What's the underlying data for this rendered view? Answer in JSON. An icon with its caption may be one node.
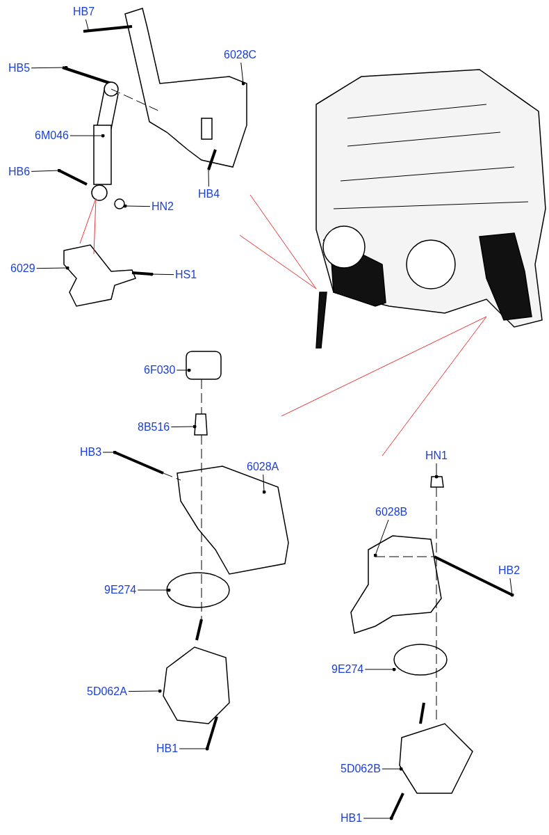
{
  "diagram": {
    "nodes": [
      {
        "text": [
          "HB7"
        ]
      },
      {
        "text": [
          "HB5"
        ]
      },
      {
        "text": [
          "6028C"
        ]
      },
      {
        "text": [
          "6M046"
        ]
      },
      {
        "text": [
          "HB6"
        ]
      },
      {
        "text": [
          "HB4"
        ]
      },
      {
        "text": [
          "HN2"
        ]
      },
      {
        "text": [
          "6029"
        ]
      },
      {
        "text": [
          "HS1"
        ]
      },
      {
        "text": [
          "6F030"
        ]
      },
      {
        "text": [
          "8B516"
        ]
      },
      {
        "text": [
          "HB3"
        ]
      },
      {
        "text": [
          "6028A"
        ]
      },
      {
        "text": [
          "9E274"
        ]
      },
      {
        "text": [
          "5D062A"
        ]
      },
      {
        "text": [
          "HB1"
        ]
      },
      {
        "text": [
          "HN1"
        ]
      },
      {
        "text": [
          "6028B"
        ]
      },
      {
        "text": [
          "HB2"
        ]
      },
      {
        "text": [
          "9E274"
        ]
      },
      {
        "text": [
          "5D062B"
        ]
      },
      {
        "text": [
          "HB1"
        ]
      }
    ],
    "edges": [
      {
        "from": 0,
        "to": null,
        "arrow": "none"
      },
      {
        "from": 1,
        "to": null,
        "arrow": "other"
      },
      {
        "from": 2,
        "to": null,
        "arrow": "other"
      },
      {
        "from": 3,
        "to": null,
        "arrow": "other"
      },
      {
        "from": 4,
        "to": null,
        "arrow": "other"
      },
      {
        "from": 5,
        "to": null,
        "arrow": "none"
      },
      {
        "from": 6,
        "to": null,
        "arrow": "other"
      },
      {
        "from": 7,
        "to": null,
        "arrow": "other"
      },
      {
        "from": 8,
        "to": null,
        "arrow": "other"
      },
      {
        "from": 9,
        "to": null,
        "arrow": "other"
      },
      {
        "from": 10,
        "to": null,
        "arrow": "other"
      },
      {
        "from": 11,
        "to": null,
        "arrow": "other"
      },
      {
        "from": 12,
        "to": null,
        "arrow": "other"
      },
      {
        "from": 13,
        "to": null,
        "arrow": "other"
      },
      {
        "from": 14,
        "to": null,
        "arrow": "other"
      },
      {
        "from": 15,
        "to": null,
        "arrow": "other"
      },
      {
        "from": 16,
        "to": null,
        "arrow": "other"
      },
      {
        "from": 17,
        "to": null,
        "arrow": "other"
      },
      {
        "from": 18,
        "to": null,
        "arrow": "other"
      },
      {
        "from": 19,
        "to": null,
        "arrow": "other"
      },
      {
        "from": 20,
        "to": null,
        "arrow": "other"
      },
      {
        "from": 21,
        "to": null,
        "arrow": "other"
      }
    ]
  }
}
